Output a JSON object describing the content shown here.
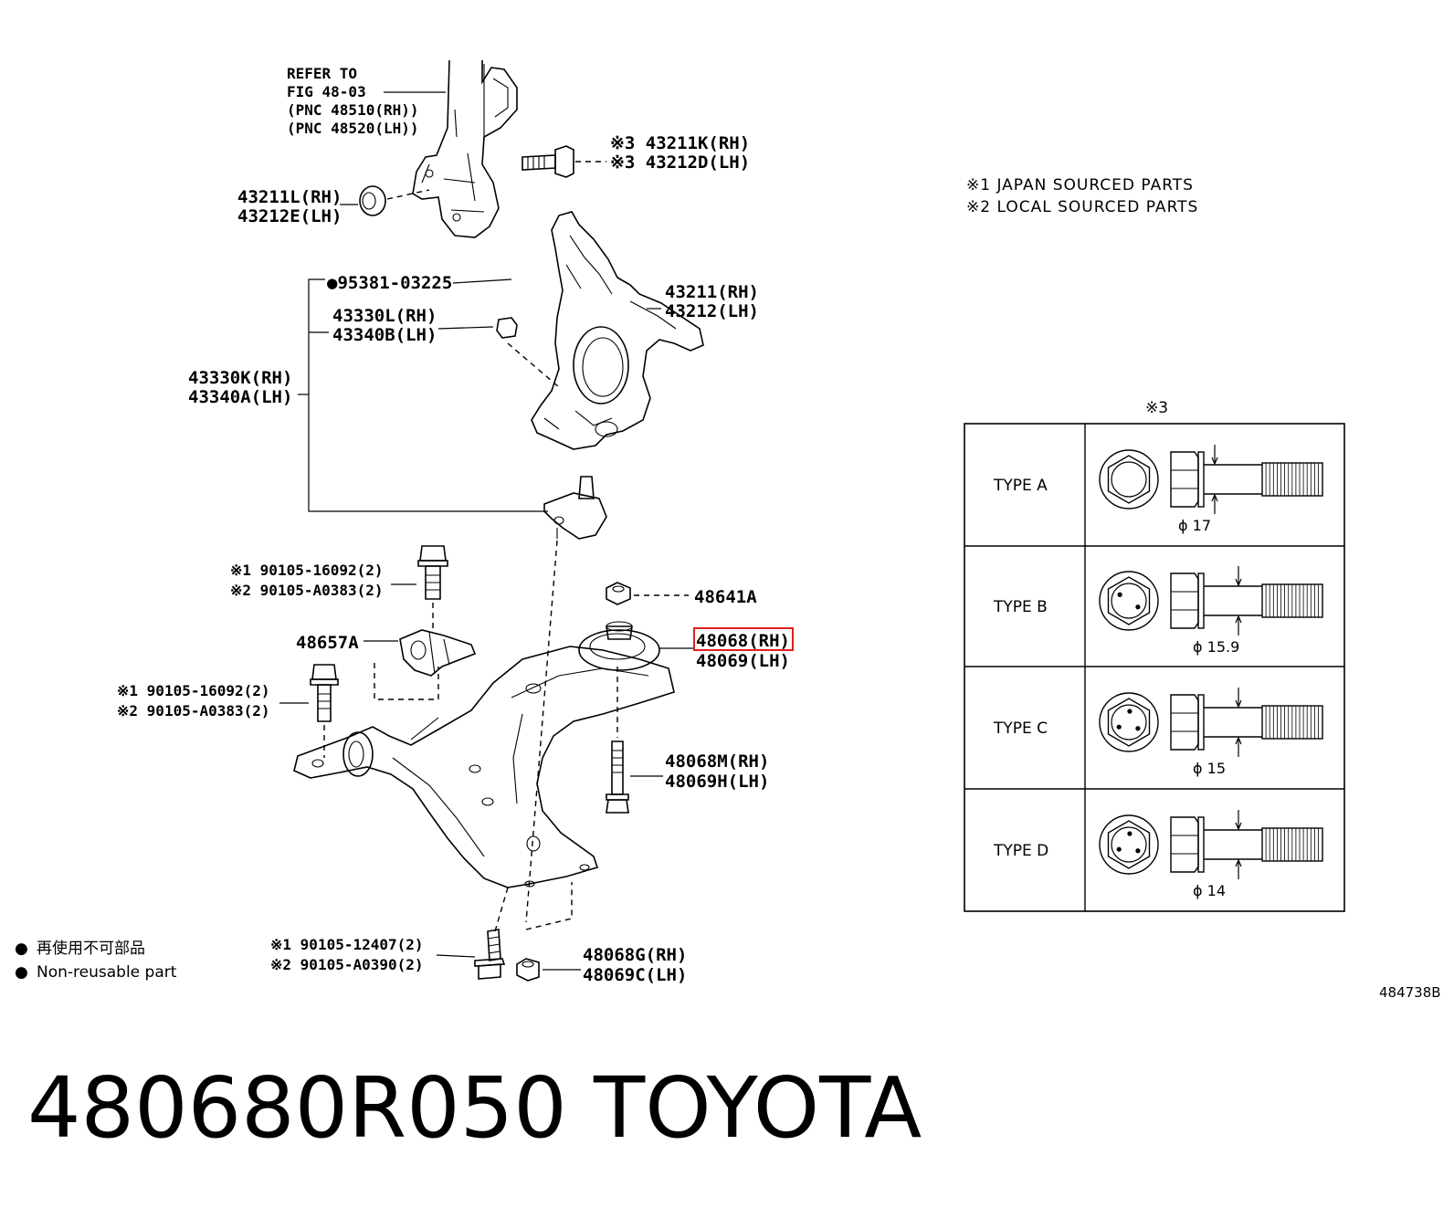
{
  "refer": {
    "line1": "REFER TO",
    "line2": "FIG 48-03",
    "line3": "(PNC 48510(RH))",
    "line4": "(PNC 48520(LH))"
  },
  "labels": {
    "bolt_43211k_rh": "※3 43211K(RH)",
    "bolt_43212d_lh": "※3 43212D(LH)",
    "washer_43211l_rh": "43211L(RH)",
    "washer_43212e_lh": "43212E(LH)",
    "pin_95381": "●95381-03225",
    "nut_43330l_rh": "43330L(RH)",
    "nut_43340b_lh": "43340B(LH)",
    "knuckle_43211_rh": "43211(RH)",
    "knuckle_43212_lh": "43212(LH)",
    "balljoint_43330k_rh": "43330K(RH)",
    "balljoint_43340a_lh": "43340A(LH)",
    "bolt_90105_16092_a": "※1 90105-16092(2)",
    "bolt_90105_a0383_a": "※2 90105-A0383(2)",
    "nut_48641a": "48641A",
    "bracket_48657a": "48657A",
    "bush_48068_rh": "48068(RH)",
    "bush_48069_lh": "48069(LH)",
    "bolt_90105_16092_b": "※1 90105-16092(2)",
    "bolt_90105_a0383_b": "※2 90105-A0383(2)",
    "bolt_48068m_rh": "48068M(RH)",
    "bolt_48069h_lh": "48069H(LH)",
    "bolt_90105_12407": "※1 90105-12407(2)",
    "bolt_90105_a0390": "※2 90105-A0390(2)",
    "nut_48068g_rh": "48068G(RH)",
    "nut_48069c_lh": "48069C(LH)"
  },
  "notes": {
    "note1": "※1 JAPAN SOURCED PARTS",
    "note2": "※2 LOCAL SOURCED PARTS"
  },
  "type_table": {
    "header": "※3",
    "rows": [
      {
        "type": "TYPE A",
        "diameter": "ϕ 17"
      },
      {
        "type": "TYPE B",
        "diameter": "ϕ 15.9"
      },
      {
        "type": "TYPE C",
        "diameter": "ϕ 15"
      },
      {
        "type": "TYPE D",
        "diameter": "ϕ 14"
      }
    ]
  },
  "legend": {
    "symbol": "●",
    "japanese": "再使用不可部品",
    "english": "Non-reusable part"
  },
  "figure_number": "484738B",
  "caption": {
    "part_number": "480680R050",
    "brand": "TOYOTA"
  },
  "colors": {
    "highlight": "#e02020",
    "ink": "#000000"
  }
}
